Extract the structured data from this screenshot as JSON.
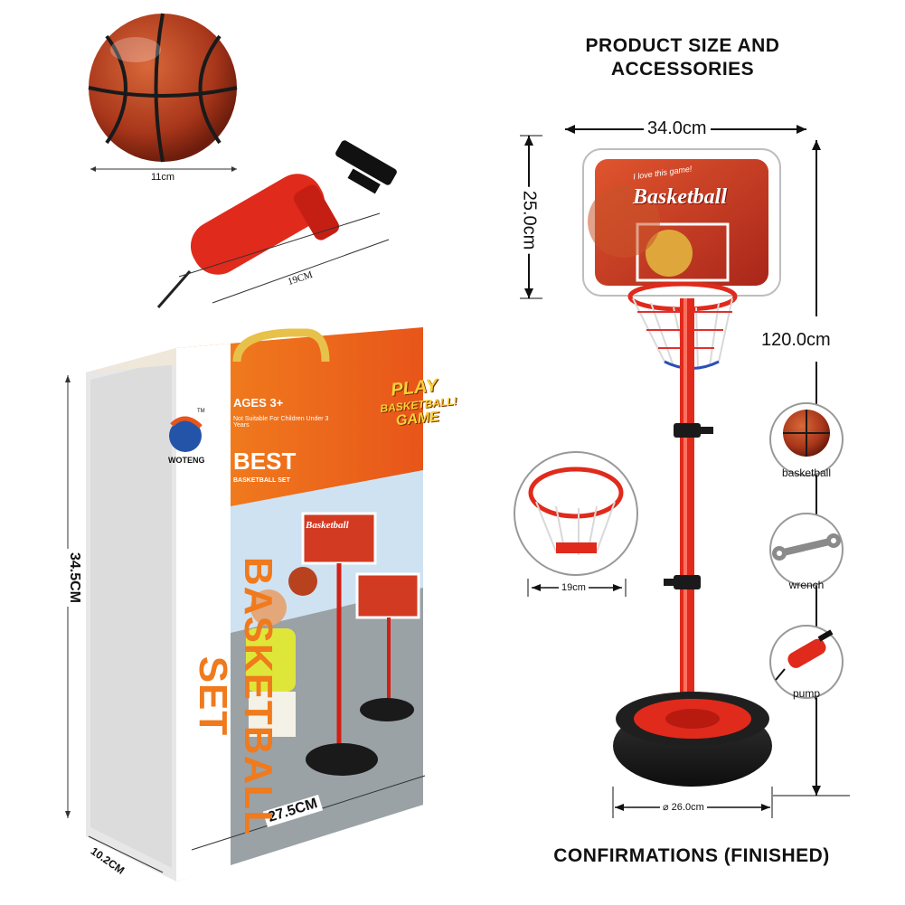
{
  "header": {
    "title_line1": "PRODUCT SIZE AND",
    "title_line2": "ACCESSORIES"
  },
  "ball": {
    "size_label": "11cm"
  },
  "pump": {
    "size_label": "19CM"
  },
  "stand": {
    "width_label": "34.0cm",
    "height_label": "25.0cm",
    "total_height_label": "120.0cm",
    "base_label": "⌀ 26.0cm",
    "rim_label": "19cm",
    "board_text_top": "I love this game!",
    "board_text_main": "Basketball"
  },
  "accessories": [
    {
      "label": "basketball",
      "icon": "basketball-icon"
    },
    {
      "label": "wrench",
      "icon": "wrench-icon"
    },
    {
      "label": "pump",
      "icon": "pump-icon"
    }
  ],
  "box": {
    "height_label": "34.5CM",
    "width_label": "27.5CM",
    "depth_label": "10.2CM",
    "brand": "WOTENG",
    "tm": "TM",
    "ages": "AGES 3+",
    "warning": "Not Suitable For Children Under 3 Years",
    "best": "BEST",
    "best_sub": "BASKETBALL SET",
    "play_line1": "PLAY",
    "play_line2": "BASKETBALL!",
    "play_line3": "GAME",
    "side_title": "BASKETBALL SET",
    "mini_board": "Basketball"
  },
  "footer": {
    "caption": "CONFIRMATIONS (FINISHED)"
  },
  "colors": {
    "red": "#d42a1c",
    "orange": "#f07a1c",
    "ball": "#b8421e",
    "black": "#1a1a1a"
  }
}
